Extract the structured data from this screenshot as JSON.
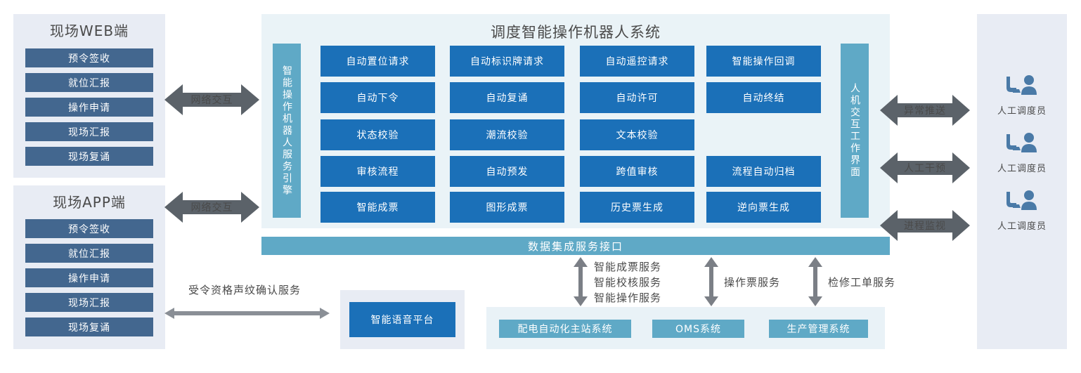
{
  "left": {
    "web_panel": {
      "title": "现场WEB端",
      "items": [
        "预令签收",
        "就位汇报",
        "操作申请",
        "现场汇报",
        "现场复诵"
      ]
    },
    "app_panel": {
      "title": "现场APP端",
      "items": [
        "预令签收",
        "就位汇报",
        "操作申请",
        "现场汇报",
        "现场复诵"
      ]
    }
  },
  "connectors": {
    "web_network": "网络交互",
    "app_network": "网络交互",
    "voice_service": "受令资格声纹确认服务"
  },
  "center": {
    "title": "调度智能操作机器人系统",
    "engine_label": "智能操作机器人服务引擎",
    "hmi_label": "人机交互工作界面",
    "grid": [
      [
        "自动置位请求",
        "自动标识牌请求",
        "自动遥控请求",
        "智能操作回调"
      ],
      [
        "自动下令",
        "自动复诵",
        "自动许可",
        "自动终结"
      ],
      [
        "状态校验",
        "潮流校验",
        "文本校验",
        ""
      ],
      [
        "审核流程",
        "自动预发",
        "跨值审核",
        "流程自动归档"
      ],
      [
        "智能成票",
        "图形成票",
        "历史票生成",
        "逆向票生成"
      ]
    ]
  },
  "data_bar": {
    "label": "数据集成服务接口"
  },
  "services": {
    "group_one": [
      "智能成票服务",
      "智能校核服务",
      "智能操作服务"
    ],
    "group_two": "操作票服务",
    "group_three": "检修工单服务"
  },
  "bottom": {
    "voice_platform": "智能语音平台",
    "systems": [
      "配电自动化主站系统",
      "OMS系统",
      "生产管理系统"
    ]
  },
  "right": {
    "arrows": [
      "异常推送",
      "人工干预",
      "进程监视"
    ],
    "operators": [
      {
        "label": "人工调度员"
      },
      {
        "label": "人工调度员"
      },
      {
        "label": "人工调度员"
      }
    ]
  },
  "colors": {
    "panel_bg": "#e8ecf4",
    "center_bg": "#eaf3f7",
    "cell_blue": "#1b70b8",
    "btn_slate": "#43678f",
    "teal": "#5fa9c6",
    "arrow_gray": "#5b6269",
    "text_dark": "#4a4a4a",
    "operator_blue": "#4a7aa7"
  }
}
